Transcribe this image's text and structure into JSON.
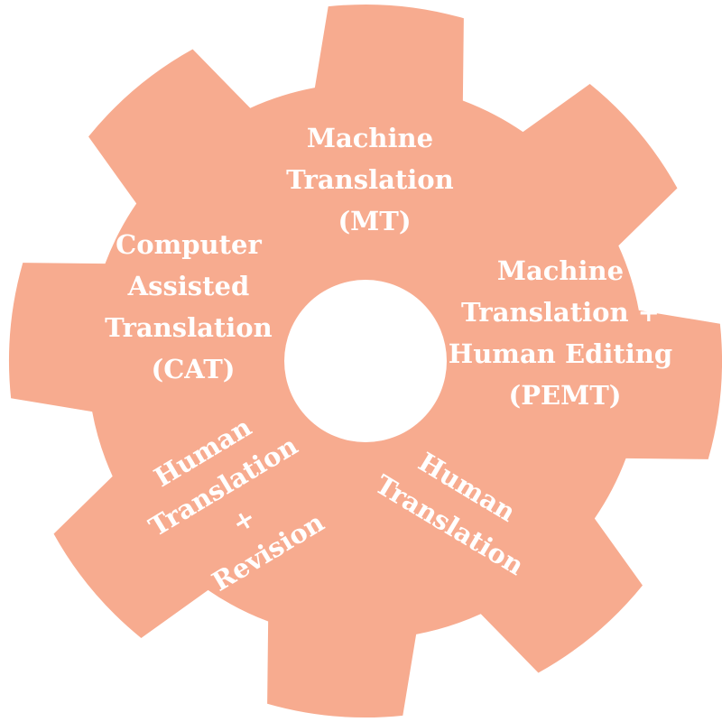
{
  "diagram": {
    "gear_color": "#f7ab8f",
    "text_color": "#ffffff",
    "hole_color": "#ffffff",
    "tooth_count": 8,
    "segments": [
      {
        "id": "mt",
        "lines": [
          "Machine",
          "Translation",
          "(MT)"
        ]
      },
      {
        "id": "pemt",
        "lines": [
          "Machine",
          "Translation +",
          "Human Editing",
          "(PEMT)"
        ]
      },
      {
        "id": "ht",
        "lines": [
          "Human",
          "Translation"
        ]
      },
      {
        "id": "htr",
        "lines": [
          "Human",
          "Translation",
          "+",
          "Revision"
        ]
      },
      {
        "id": "cat",
        "lines": [
          "Computer",
          "Assisted",
          "Translation",
          "(CAT)"
        ]
      }
    ]
  }
}
